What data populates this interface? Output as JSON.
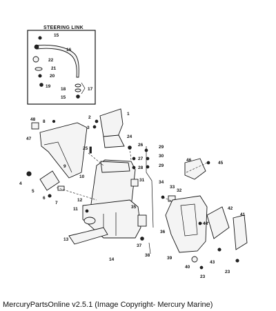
{
  "inset": {
    "title": "STEERING LINK"
  },
  "labels": [
    {
      "id": "l15a",
      "text": "15"
    },
    {
      "id": "l16",
      "text": "16"
    },
    {
      "id": "l22",
      "text": "22"
    },
    {
      "id": "l21",
      "text": "21"
    },
    {
      "id": "l20",
      "text": "20"
    },
    {
      "id": "l19",
      "text": "19"
    },
    {
      "id": "l18",
      "text": "18"
    },
    {
      "id": "l17",
      "text": "17"
    },
    {
      "id": "l15b",
      "text": "15"
    },
    {
      "id": "l1",
      "text": "1"
    },
    {
      "id": "l2",
      "text": "2"
    },
    {
      "id": "l3",
      "text": "3"
    },
    {
      "id": "l24",
      "text": "24"
    },
    {
      "id": "l48",
      "text": "48"
    },
    {
      "id": "l8",
      "text": "8"
    },
    {
      "id": "l47",
      "text": "47"
    },
    {
      "id": "l25",
      "text": "25"
    },
    {
      "id": "l26",
      "text": "26"
    },
    {
      "id": "l29a",
      "text": "29"
    },
    {
      "id": "l30",
      "text": "30"
    },
    {
      "id": "l27",
      "text": "27"
    },
    {
      "id": "l29b",
      "text": "29"
    },
    {
      "id": "l28",
      "text": "28"
    },
    {
      "id": "l46",
      "text": "46"
    },
    {
      "id": "l45",
      "text": "45"
    },
    {
      "id": "l9",
      "text": "9"
    },
    {
      "id": "l10",
      "text": "10"
    },
    {
      "id": "l31",
      "text": "31"
    },
    {
      "id": "l34",
      "text": "34"
    },
    {
      "id": "l33",
      "text": "33"
    },
    {
      "id": "l32",
      "text": "32"
    },
    {
      "id": "l4",
      "text": "4"
    },
    {
      "id": "l5",
      "text": "5"
    },
    {
      "id": "l6",
      "text": "6"
    },
    {
      "id": "l7",
      "text": "7"
    },
    {
      "id": "l12",
      "text": "12"
    },
    {
      "id": "l11",
      "text": "11"
    },
    {
      "id": "l35",
      "text": "35"
    },
    {
      "id": "l42",
      "text": "42"
    },
    {
      "id": "l44",
      "text": "44"
    },
    {
      "id": "l41",
      "text": "41"
    },
    {
      "id": "l36",
      "text": "36"
    },
    {
      "id": "l13",
      "text": "13"
    },
    {
      "id": "l37",
      "text": "37"
    },
    {
      "id": "l14",
      "text": "14"
    },
    {
      "id": "l38",
      "text": "38"
    },
    {
      "id": "l39",
      "text": "39"
    },
    {
      "id": "l43",
      "text": "43"
    },
    {
      "id": "l40",
      "text": "40"
    },
    {
      "id": "l23a",
      "text": "23"
    },
    {
      "id": "l23b",
      "text": "23"
    }
  ],
  "caption": "MercuryPartsOnline v2.5.1 (Image Copyright- Mercury Marine)"
}
